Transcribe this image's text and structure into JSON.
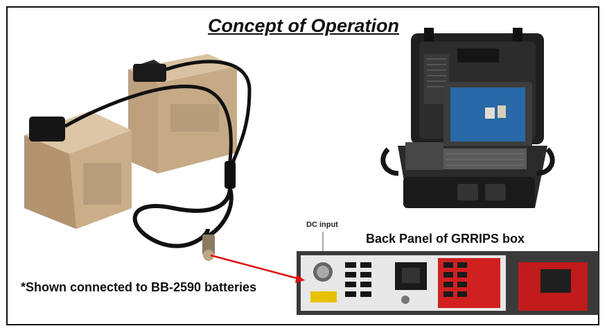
{
  "title": "Concept of Operation",
  "captions": {
    "batteries": "*Shown connected to BB-2590 batteries",
    "back_panel": "Back Panel of GRRIPS box",
    "dc_input": "DC input"
  },
  "colors": {
    "battery": "#c9ad8a",
    "case": "#1e1e1e",
    "arrow": "#e01010",
    "panel_red": "#d02020"
  }
}
